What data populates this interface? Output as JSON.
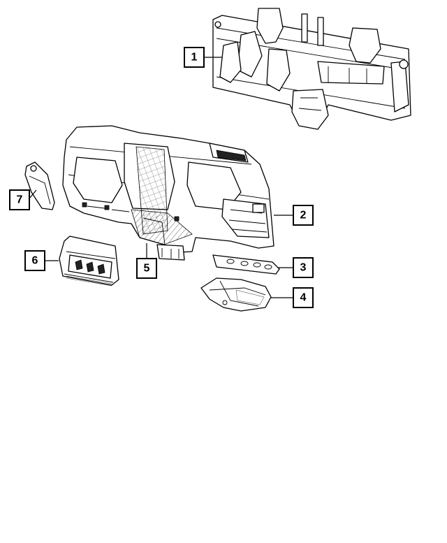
{
  "diagram": {
    "background": "#ffffff",
    "line_color": "#000000",
    "callouts": [
      {
        "id": "1",
        "label": "1"
      },
      {
        "id": "2",
        "label": "2"
      },
      {
        "id": "3",
        "label": "3"
      },
      {
        "id": "4",
        "label": "4"
      },
      {
        "id": "5",
        "label": "5"
      },
      {
        "id": "6",
        "label": "6"
      },
      {
        "id": "7",
        "label": "7"
      }
    ]
  }
}
